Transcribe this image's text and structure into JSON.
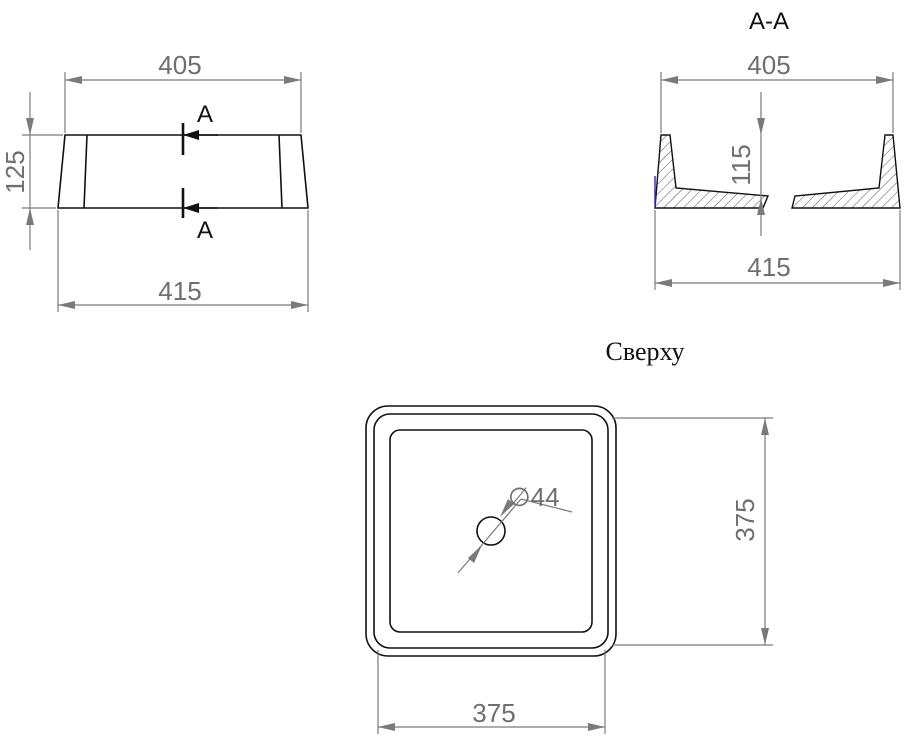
{
  "front_view": {
    "top_width": "405",
    "height": "125",
    "bottom_width": "415",
    "section_marker_top": "A",
    "section_marker_bottom": "A"
  },
  "section_view": {
    "title": "A-A",
    "top_width": "405",
    "inner_height": "115",
    "bottom_width": "415"
  },
  "top_view": {
    "title": "Сверху",
    "drain_diameter": "∅44",
    "depth": "375",
    "width": "375"
  },
  "colors": {
    "dimension": "#7a7a7a",
    "outline": "#111111",
    "hatch": "#555555",
    "accent_line": "#2b2bd0"
  }
}
